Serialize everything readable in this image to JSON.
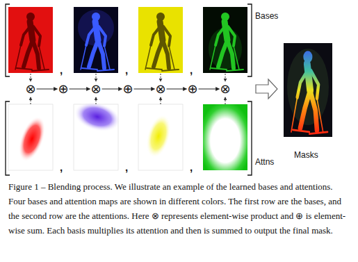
{
  "diagram": {
    "caption": "Figure 1 – Blending process. We illustrate an example of the learned bases and attentions. Four bases and attention maps are shown in different colors. The first row are the bases, and the second row are the attentions. Here ⊗ represents element-wise product and ⊕ is element-wise sum. Each basis multiplies its attention and then is summed to output the final mask.",
    "nodes": [
      {
        "text": [
          "⊗"
        ]
      },
      {
        "text": [
          "⊕"
        ]
      },
      {
        "text": [
          "⊗"
        ]
      },
      {
        "text": [
          "⊕"
        ]
      },
      {
        "text": [
          "⊗"
        ]
      },
      {
        "text": [
          "⊕"
        ]
      },
      {
        "text": [
          "⊗"
        ]
      }
    ],
    "edges": [
      {
        "from": 0,
        "to": 1,
        "arrow": "to"
      },
      {
        "from": 1,
        "to": 2,
        "arrow": "to"
      },
      {
        "from": 2,
        "to": 3,
        "arrow": "to"
      },
      {
        "from": 3,
        "to": 4,
        "arrow": "to"
      },
      {
        "from": 4,
        "to": 5,
        "arrow": "to"
      },
      {
        "from": 5,
        "to": 6,
        "arrow": "to"
      }
    ],
    "labels": [
      ",",
      ",",
      ",",
      "Bases",
      ",",
      ",",
      ",",
      "Attns",
      "Masks"
    ]
  }
}
